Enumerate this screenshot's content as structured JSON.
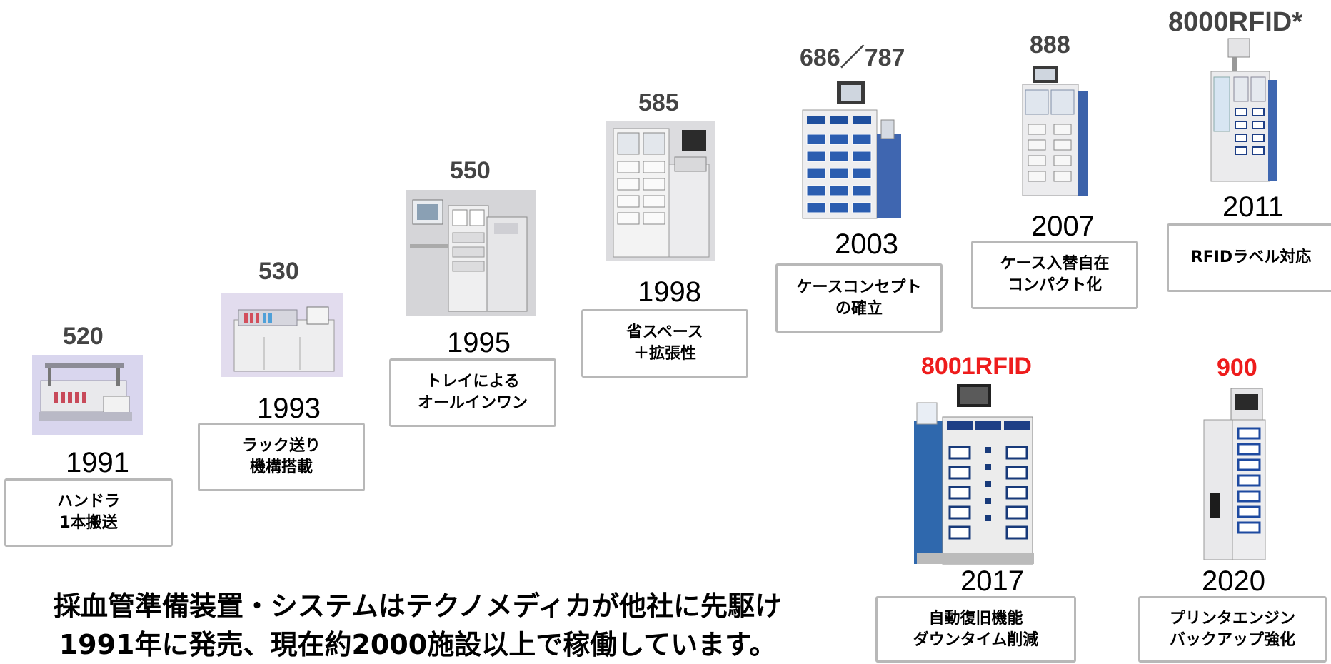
{
  "milestones": [
    {
      "model": "520",
      "year": "1991",
      "desc": [
        "ハンドラ",
        "1本搬送"
      ]
    },
    {
      "model": "530",
      "year": "1993",
      "desc": [
        "ラック送り",
        "機構搭載"
      ]
    },
    {
      "model": "550",
      "year": "1995",
      "desc": [
        "トレイによる",
        "オールインワン"
      ]
    },
    {
      "model": "585",
      "year": "1998",
      "desc": [
        "省スペース",
        "＋拡張性"
      ]
    },
    {
      "model": "686／787",
      "year": "2003",
      "desc": [
        "ケースコンセプト",
        "の確立"
      ]
    },
    {
      "model": "888",
      "year": "2007",
      "desc": [
        "ケース入替自在",
        "コンパクト化"
      ]
    },
    {
      "model": "8000RFID*",
      "year": "2011",
      "desc": [
        "RFIDラベル対応"
      ]
    },
    {
      "model": "8001RFID",
      "year": "2017",
      "desc": [
        "自動復旧機能",
        "ダウンタイム削減"
      ]
    },
    {
      "model": "900",
      "year": "2020",
      "desc": [
        "プリンタエンジン",
        "バックアップ強化"
      ]
    }
  ],
  "highlight_color": "#ee1c1c",
  "tagline": [
    "採血管準備装置・システムはテクノメディカが他社に先駆け",
    "1991年に発売、現在約2000施設以上で稼働しています。"
  ]
}
